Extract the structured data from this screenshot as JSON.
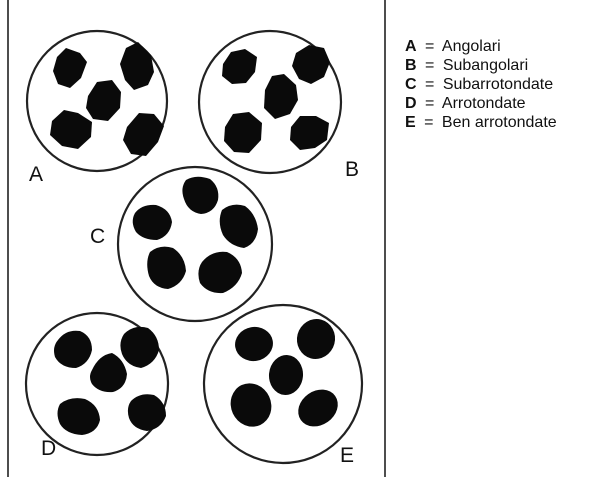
{
  "diagram": {
    "circles": [
      {
        "label": "A",
        "description": "Angolari"
      },
      {
        "label": "B",
        "description": "Subangolari"
      },
      {
        "label": "C",
        "description": "Subarrotondate"
      },
      {
        "label": "D",
        "description": "Arrotondate"
      },
      {
        "label": "E",
        "description": "Ben arrotondate"
      }
    ]
  },
  "legend": {
    "separator": "=",
    "entries": [
      {
        "key": "A",
        "text": "Angolari"
      },
      {
        "key": "B",
        "text": "Subangolari"
      },
      {
        "key": "C",
        "text": "Subarrotondate"
      },
      {
        "key": "D",
        "text": "Arrotondate"
      },
      {
        "key": "E",
        "text": "Ben arrotondate"
      }
    ]
  },
  "colors": {
    "grain": "#0a0a0a",
    "outline": "#222222",
    "background": "#ffffff"
  }
}
